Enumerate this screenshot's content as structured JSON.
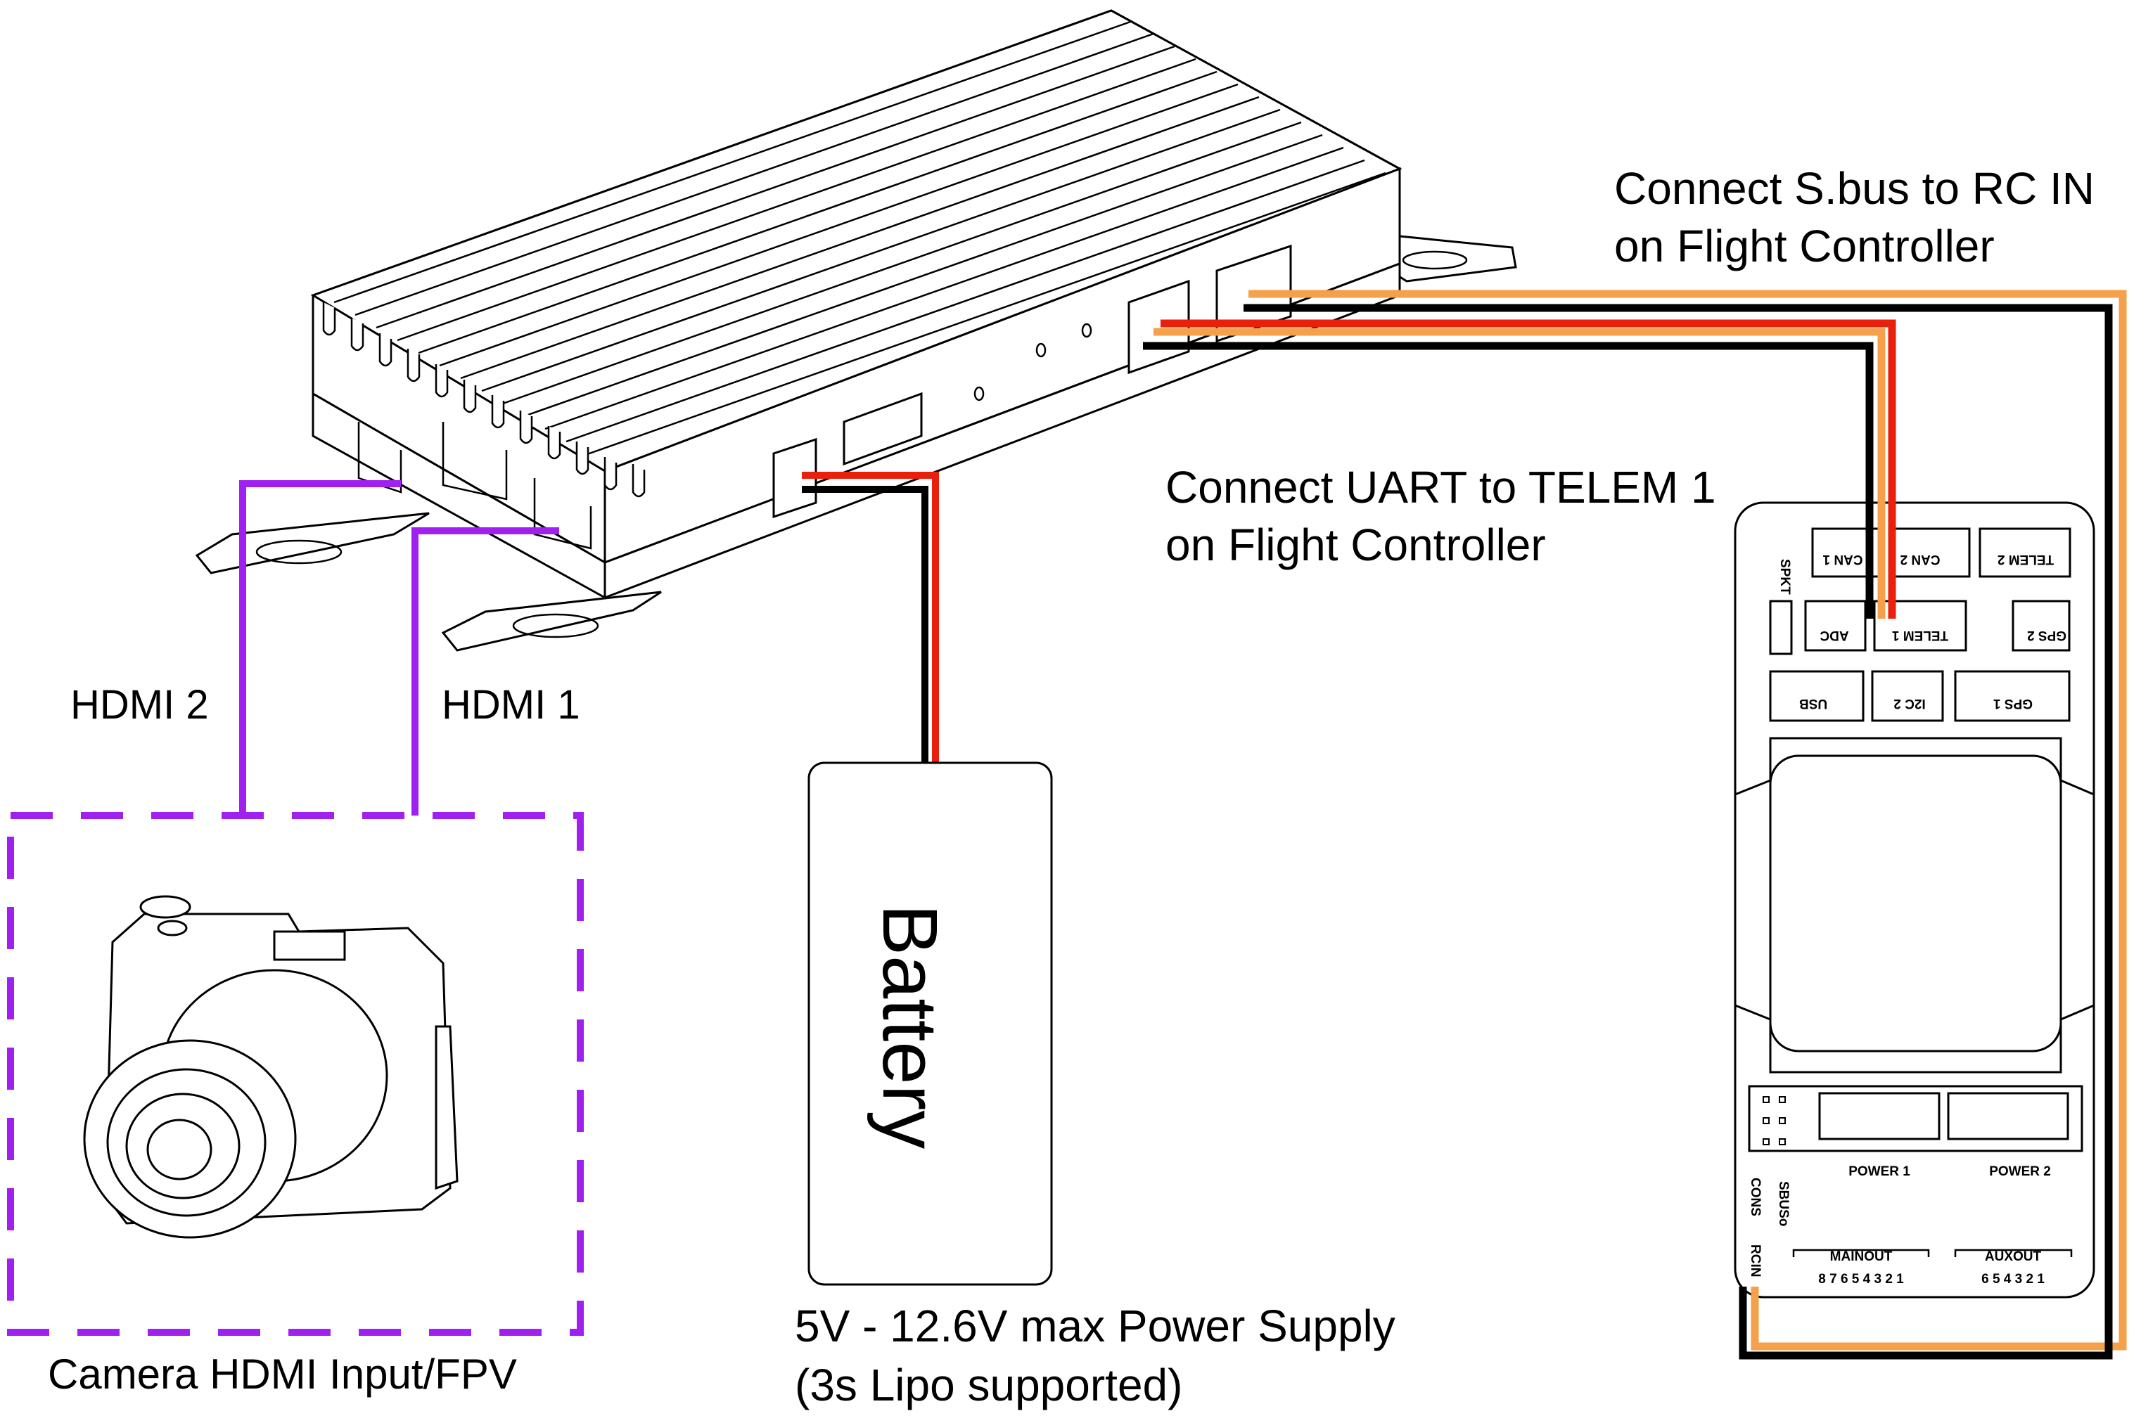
{
  "labels": {
    "sbus_line1": "Connect S.bus to RC IN",
    "sbus_line2": "on Flight Controller",
    "uart_line1": "Connect UART to TELEM 1",
    "uart_line2": "on Flight Controller",
    "hdmi2": "HDMI 2",
    "hdmi1": "HDMI 1",
    "camera": "Camera HDMI Input/FPV",
    "battery": "Battery",
    "power_line1": "5V - 12.6V max Power Supply",
    "power_line2": "(3s Lipo supported)"
  },
  "flight_controller": {
    "can1": "CAN 1",
    "can2": "CAN 2",
    "telem2": "TELEM 2",
    "spkt": "SPKT",
    "adc": "ADC",
    "telem1": "TELEM 1",
    "gps2": "GPS 2",
    "usb": "USB",
    "i2c2": "I2C 2",
    "gps1": "GPS 1",
    "power1": "POWER 1",
    "power2": "POWER 2",
    "sbuso": "SBUSo",
    "cons": "CONS",
    "rcin": "RCIN",
    "mainout": "MAINOUT",
    "auxout": "AUXOUT",
    "mainout_pins": "8 7 6 5 4 3 2 1",
    "auxout_pins": "6 5 4 3 2 1"
  },
  "colors": {
    "hdmi_wire": "#a020f0",
    "red_wire": "#e8200c",
    "orange_wire": "#f5a04a",
    "black_wire": "#000000"
  }
}
